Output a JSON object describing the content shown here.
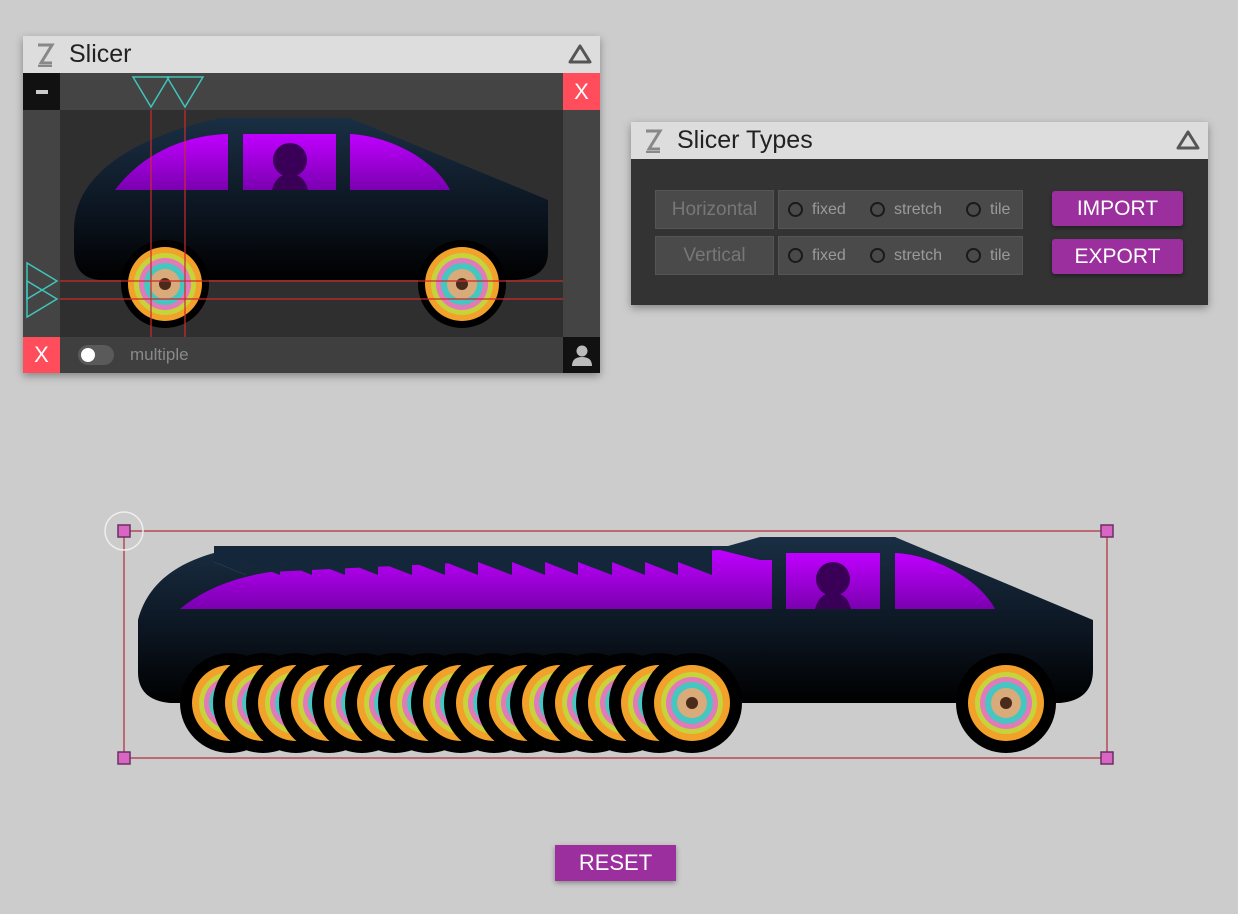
{
  "slicer": {
    "title": "Slicer",
    "close_label": "X",
    "toggle_label": "multiple",
    "toggle_on": false
  },
  "types": {
    "title": "Slicer Types",
    "rows": [
      {
        "label": "Horizontal",
        "options": [
          "fixed",
          "stretch",
          "tile"
        ]
      },
      {
        "label": "Vertical",
        "options": [
          "fixed",
          "stretch",
          "tile"
        ]
      }
    ],
    "import_label": "IMPORT",
    "export_label": "EXPORT"
  },
  "reset_label": "RESET",
  "icons": {
    "logo": "z-logo-icon",
    "collapse": "triangle-up-icon",
    "minimize": "minus-icon",
    "close": "close-icon",
    "avatar": "user-icon",
    "slice_marker": "triangle-marker-icon",
    "resize_handle": "square-handle-icon",
    "rotate_handle": "circle-handle-icon"
  },
  "colors": {
    "accent": "#9b2f9e",
    "close_red": "#ff4d5c",
    "slice_guide": "#cc2b2b",
    "marker_teal": "#40c4b8",
    "window_purple": "#b300ff",
    "car_body": "#14273a"
  }
}
